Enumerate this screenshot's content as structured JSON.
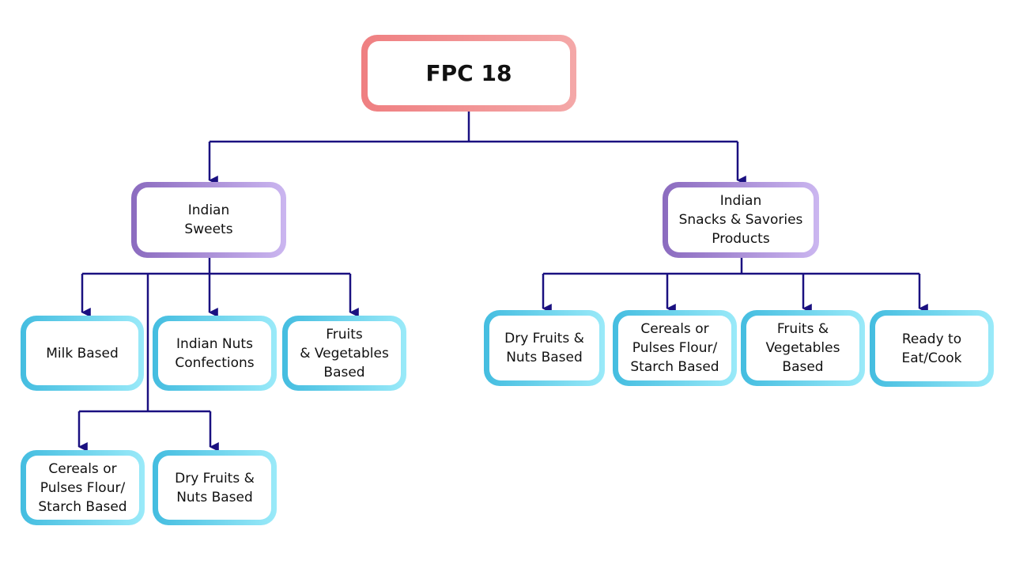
{
  "root": {
    "label": "FPC 18"
  },
  "categories": [
    {
      "label": "Indian\nSweets",
      "children": [
        {
          "label": "Milk Based"
        },
        {
          "label": "Indian Nuts\nConfections"
        },
        {
          "label": "Fruits\n& Vegetables\nBased"
        },
        {
          "label": "Cereals or\nPulses Flour/\nStarch Based"
        },
        {
          "label": "Dry Fruits &\nNuts Based"
        }
      ]
    },
    {
      "label": "Indian\nSnacks & Savories\nProducts",
      "children": [
        {
          "label": "Dry Fruits &\nNuts Based"
        },
        {
          "label": "Cereals or\nPulses  Flour/\nStarch Based"
        },
        {
          "label": "Fruits &\nVegetables\nBased"
        },
        {
          "label": "Ready to\nEat/Cook"
        }
      ]
    }
  ],
  "colors": {
    "connector": "#1a1080",
    "root_border": "#ef7f81",
    "category_border": "#8b6bbf",
    "leaf_border": "#44bde0"
  }
}
